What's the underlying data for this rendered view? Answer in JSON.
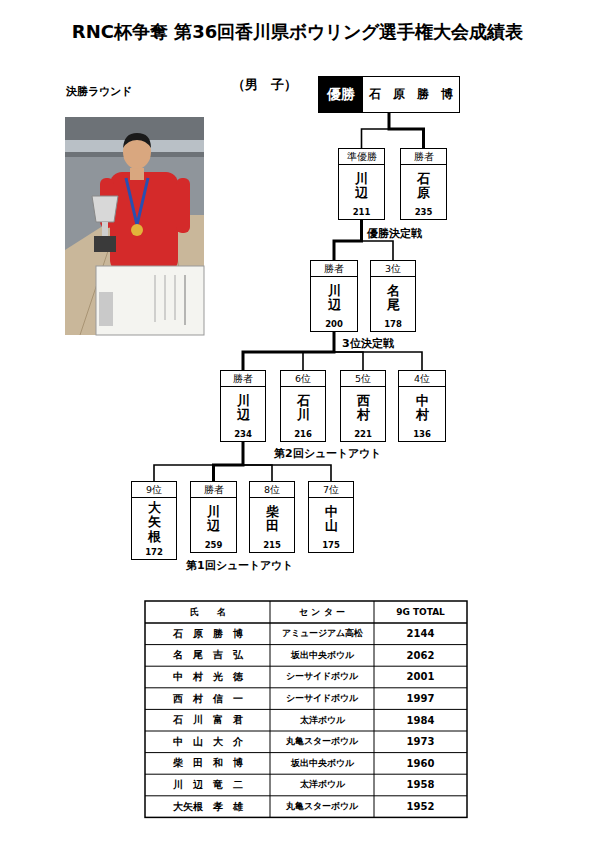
{
  "diagram": {
    "title": "RNC杯争奪 第36回香川県ボウリング選手権大会成績表",
    "nodes": [
      {
        "text": [
          "優勝",
          "石　原　勝　博"
        ]
      },
      {
        "text": [
          "準優勝",
          "川辺",
          "211"
        ]
      },
      {
        "text": [
          "勝者",
          "石原",
          "235"
        ]
      },
      {
        "text": [
          "勝者",
          "川辺",
          "200"
        ]
      },
      {
        "text": [
          "3位",
          "名尾",
          "178"
        ]
      },
      {
        "text": [
          "勝者",
          "川辺",
          "234"
        ]
      },
      {
        "text": [
          "6位",
          "石川",
          "216"
        ]
      },
      {
        "text": [
          "5位",
          "西村",
          "221"
        ]
      },
      {
        "text": [
          "4位",
          "中村",
          "136"
        ]
      },
      {
        "text": [
          "9位",
          "大矢根",
          "172"
        ]
      },
      {
        "text": [
          "勝者",
          "川辺",
          "259"
        ]
      },
      {
        "text": [
          "8位",
          "柴田",
          "215"
        ]
      },
      {
        "text": [
          "7位",
          "中山",
          "175"
        ]
      }
    ],
    "edges": [
      {
        "from": 1,
        "to": 0,
        "arrow": "none"
      },
      {
        "from": 2,
        "to": 0,
        "arrow": "none"
      },
      {
        "from": 3,
        "to": 1,
        "arrow": "none"
      },
      {
        "from": 4,
        "to": 1,
        "arrow": "none"
      },
      {
        "from": 5,
        "to": 3,
        "arrow": "none"
      },
      {
        "from": 6,
        "to": 3,
        "arrow": "none"
      },
      {
        "from": 7,
        "to": 3,
        "arrow": "none"
      },
      {
        "from": 8,
        "to": 3,
        "arrow": "none"
      },
      {
        "from": 9,
        "to": 5,
        "arrow": "none"
      },
      {
        "from": 10,
        "to": 5,
        "arrow": "none"
      },
      {
        "from": 11,
        "to": 5,
        "arrow": "none"
      },
      {
        "from": 12,
        "to": 5,
        "arrow": "none"
      }
    ],
    "labels": [
      "決勝ラウンド",
      "（男　子）",
      "優勝決定戦",
      "3位決定戦",
      "第2回シュートアウト",
      "第1回シュートアウト",
      "氏　　名",
      "セ ン タ ー",
      "9G TOTAL",
      "石　原　勝　博",
      "アミュージアム高松",
      "2144",
      "名　尾　吉　弘",
      "坂出中央ボウル",
      "2062",
      "中　村　光　徳",
      "シーサイドボウル",
      "2001",
      "西　村　信　一",
      "シーサイドボウル",
      "1997",
      "石　川　富　君",
      "太洋ボウル",
      "1984",
      "中　山　大　介",
      "丸亀スターボウル",
      "1973",
      "柴　田　和　博",
      "坂出中央ボウル",
      "1960",
      "川　辺　竜　二",
      "太洋ボウル",
      "1958",
      "大矢根　孝　雄",
      "丸亀スターボウル",
      "1952"
    ]
  }
}
